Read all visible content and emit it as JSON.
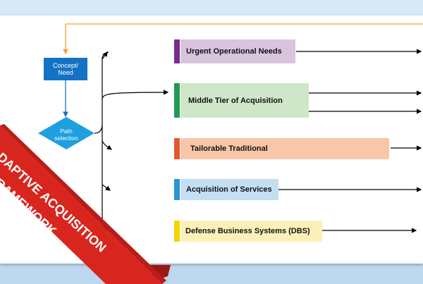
{
  "diagram": {
    "start_node": "Concept/\nNeed",
    "decision_node": "Path\nselection",
    "paths": [
      {
        "label": "Urgent Operational Needs",
        "color": "#7b2a8f",
        "fill": "#d8c4df"
      },
      {
        "label": "Middle Tier of Acquisition",
        "color": "#1f9b50",
        "fill": "#cfe6c8"
      },
      {
        "label": "Tailorable Traditional",
        "color": "#e2582a",
        "fill": "#f9c6a8"
      },
      {
        "label": "Acquisition of Services",
        "color": "#2a95d4",
        "fill": "#c4dff2"
      },
      {
        "label": "Defense Business Systems (DBS)",
        "color": "#f2d400",
        "fill": "#fbf1b8"
      }
    ],
    "ribbon": {
      "line1": "ADAPTIVE ACQUISITION",
      "line2": "FRAMEWORK",
      "color": "#d8261f"
    },
    "colors": {
      "loop_line": "#f2a23a",
      "node_blue": "#1472c4",
      "diamond": "#1e9fe0"
    }
  }
}
